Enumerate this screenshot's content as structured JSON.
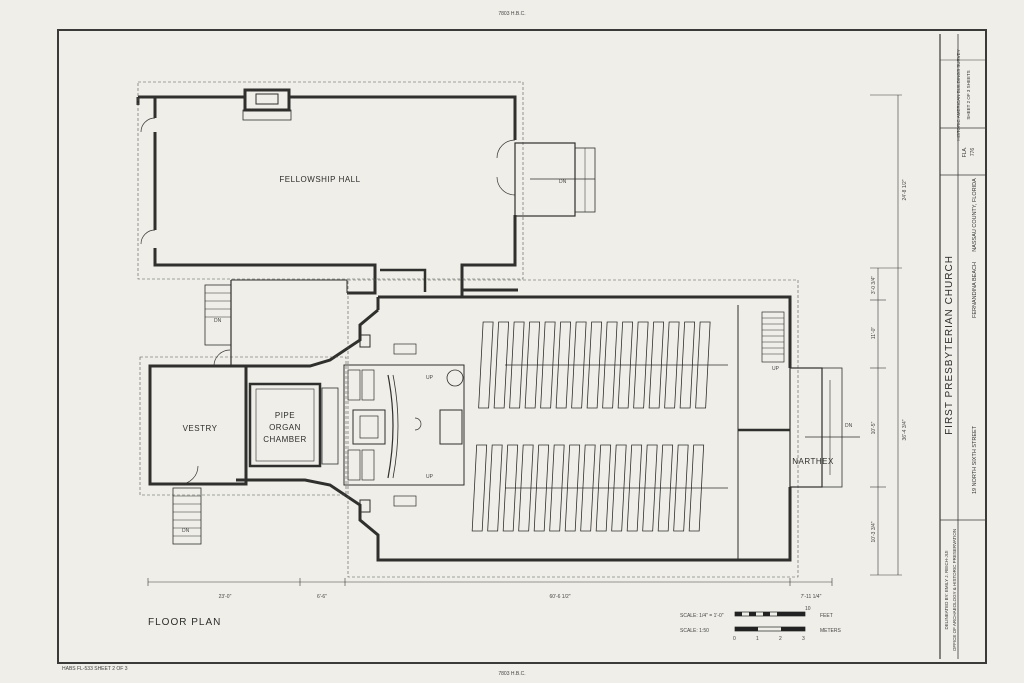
{
  "sheet": {
    "top_note": "7803 H.B.C.",
    "bottom_note": "7803 H.B.C.",
    "bottom_left_note": "HABS FL-533 SHEET 2 OF 3"
  },
  "plan": {
    "title": "FLOOR PLAN",
    "rooms": {
      "fellowship": "FELLOWSHIP HALL",
      "vestry": "VESTRY",
      "pipe_organ": [
        "PIPE",
        "ORGAN",
        "CHAMBER"
      ],
      "narthex": "NARTHEX"
    },
    "dimensions": {
      "d1": "23'-0\"",
      "d2": "6'-6\"",
      "d3": "60'-6 1/2\"",
      "d4": "7'-11 1/4\"",
      "v1": "36'-4 3/4\"",
      "v2": "24'-8 1/2\"",
      "v3": "11'-0\"",
      "v4": "10'-5\"",
      "v5": "10'-3 3/4\"",
      "v6": "3'-0 3/4\""
    },
    "scale": {
      "feet_label": "SCALE: 1/4\" = 1'-0\"",
      "feet_unit": "FEET",
      "feet_end": "10",
      "meters_label": "SCALE: 1:50",
      "meters_unit": "METERS",
      "meters_ticks": [
        "0",
        "1",
        "2",
        "3"
      ]
    },
    "marks": {
      "up": "UP",
      "dn": "DN"
    }
  },
  "title_block": {
    "survey": "HISTORIC AMERICAN BUILDINGS SURVEY",
    "sheet": "SHEET 2 OF 3 SHEETS",
    "church": "FIRST PRESBYTERIAN CHURCH",
    "city": "FERNANDINA BEACH",
    "county": "NASSAU COUNTY, FLORIDA",
    "address": "19 NORTH SIXTH STREET",
    "habs_no": "FLA.",
    "habs_no2": "776",
    "delineator": "DELINEATED BY: EMILY J. REICH-JIJI",
    "office": "OFFICE OF ARCHAEOLOGY & HISTORIC PRESERVATION"
  }
}
